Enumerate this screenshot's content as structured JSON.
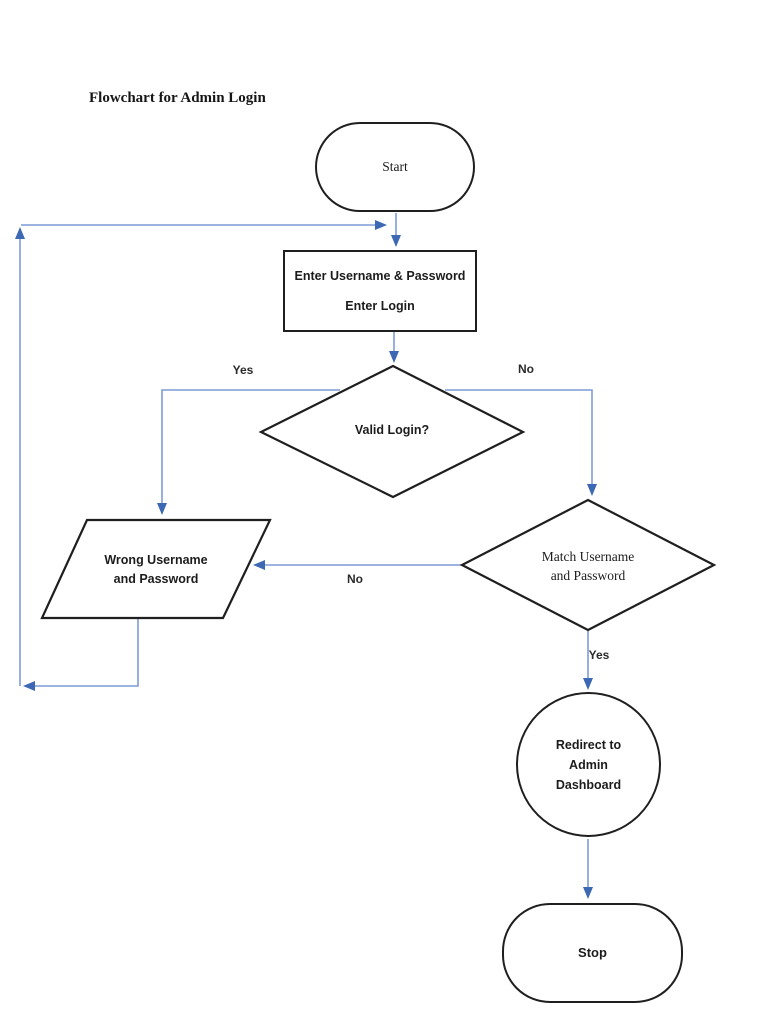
{
  "page": {
    "title": "Flowchart for Admin Login",
    "background": "#ffffff"
  },
  "colors": {
    "connector_line": "#7f9cd6",
    "arrowhead": "#3c68b4",
    "shape_border": "#1f1f1f",
    "text": "#1c1c1c"
  },
  "nodes": {
    "start": {
      "label": "Start"
    },
    "enter_credentials": {
      "line1": "Enter Username & Password",
      "line2": "Enter Login"
    },
    "valid_login": {
      "label": "Valid Login?"
    },
    "wrong_credentials": {
      "line1": "Wrong Username",
      "line2": "and Password"
    },
    "match_credentials": {
      "line1": "Match Username",
      "line2": "and Password"
    },
    "redirect_dashboard": {
      "line1": "Redirect to",
      "line2": "Admin",
      "line3": "Dashboard"
    },
    "stop": {
      "label": "Stop"
    }
  },
  "edge_labels": {
    "valid_yes": "Yes",
    "valid_no": "No",
    "match_no": "No",
    "match_yes": "Yes"
  }
}
